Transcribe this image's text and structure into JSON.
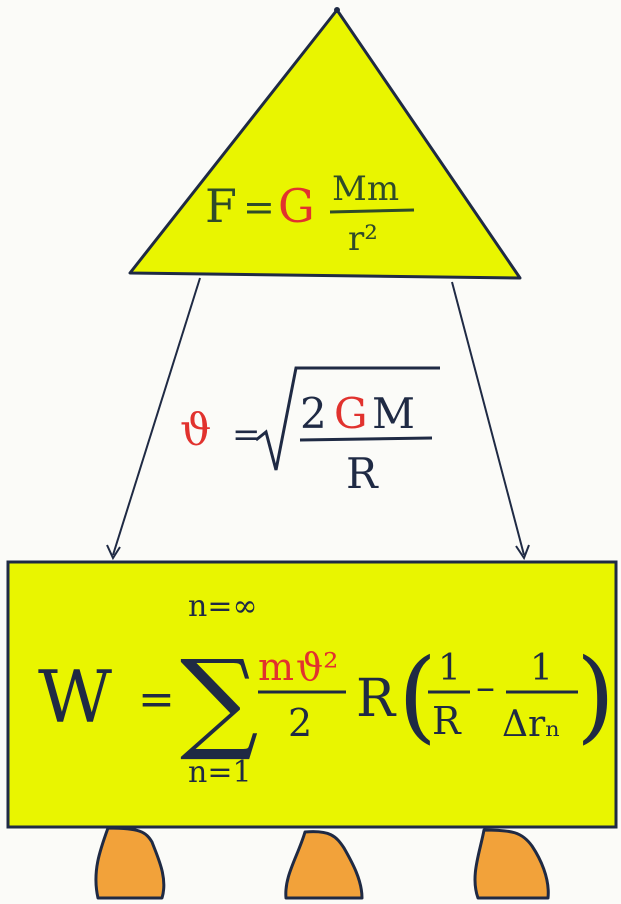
{
  "colors": {
    "highlight": "#e9f500",
    "ink_dark": "#1f2a44",
    "ink_green": "#2f4b2a",
    "accent_red": "#e1322e",
    "flame": "#f2a23a",
    "paper": "#fbfbf8"
  },
  "triangle": {
    "F": "F",
    "eq": "=",
    "G": "G",
    "Mm": "Mm",
    "r2": "r²"
  },
  "middle": {
    "v": "ϑ",
    "eq": "=",
    "num": "2GM",
    "two": "2",
    "G": "G",
    "M": "M",
    "den": "R"
  },
  "rect": {
    "W": "W",
    "eq": "=",
    "sum": "∑",
    "top": "n=∞",
    "bottom": "n=1",
    "frac_num_m": "m",
    "frac_num_v2": "ϑ²",
    "frac_den": "2",
    "R": "R",
    "paren_l": "(",
    "paren_r": ")",
    "inner_num1": "1",
    "inner_den1": "R",
    "minus": "–",
    "inner_num2": "1",
    "inner_den2": "Δrₙ"
  },
  "icons": [
    "flame-left-icon",
    "flame-center-icon",
    "flame-right-icon"
  ]
}
